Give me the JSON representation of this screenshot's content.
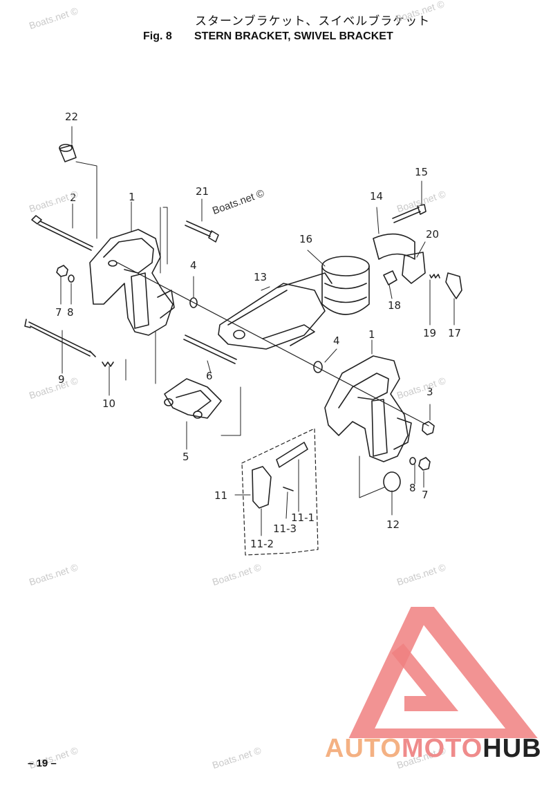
{
  "header": {
    "title_jp": "スターンブラケット、スイベルブラケット",
    "fig_label": "Fig. 8",
    "title_en": "STERN BRACKET, SWIVEL BRACKET"
  },
  "callouts": [
    "22",
    "2",
    "1",
    "21",
    "15",
    "14",
    "16",
    "20",
    "4",
    "13",
    "7",
    "8",
    "18",
    "19",
    "17",
    "9",
    "10",
    "6",
    "4",
    "1",
    "3",
    "5",
    "11",
    "11-1",
    "11-3",
    "11-2",
    "8",
    "7",
    "12"
  ],
  "watermark": "Boats.net ©",
  "page_number": "– 19 –",
  "logo": {
    "part1": "AUTO",
    "part2": "MOTO",
    "part3": "HUB",
    "colors": {
      "triangle": "#f08080",
      "auto": "#f4b183",
      "moto": "#ef8b8b",
      "hub": "#222222"
    }
  }
}
